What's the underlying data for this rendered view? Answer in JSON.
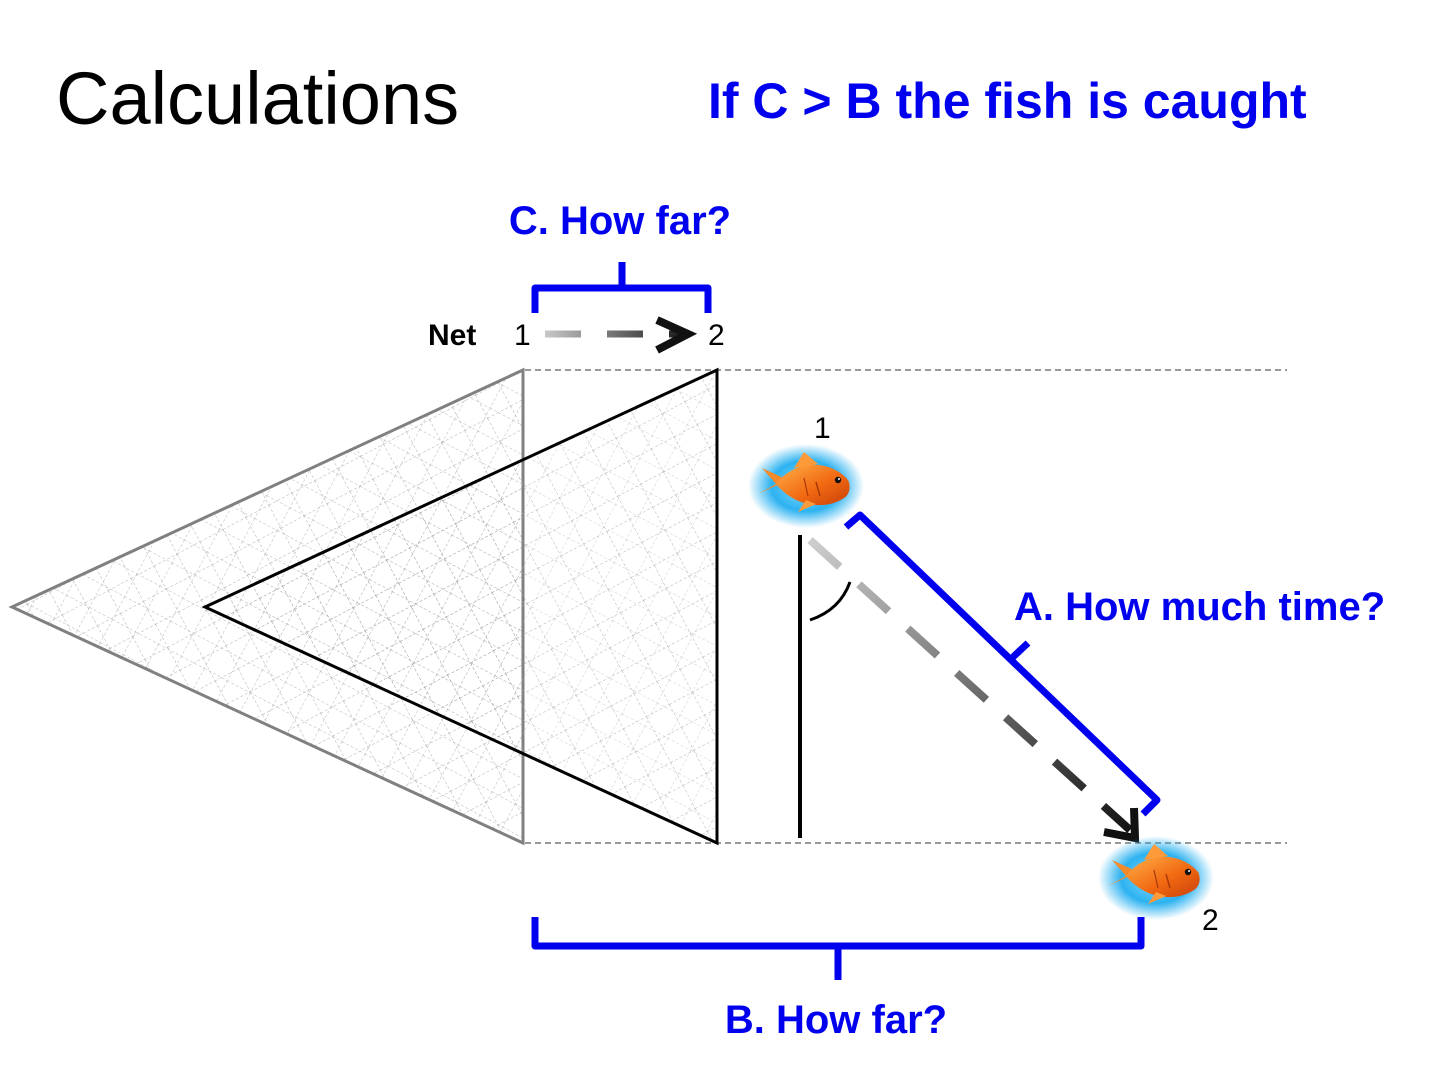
{
  "title": "Calculations",
  "condition": "If C > B the fish is caught",
  "labels": {
    "c_how_far": "C. How far?",
    "a_how_much_time": "A. How much time?",
    "b_how_far": "B. How far?",
    "net": "Net",
    "net_pos_1": "1",
    "net_pos_2": "2",
    "fish_pos_1": "1",
    "fish_pos_2": "2"
  },
  "colors": {
    "accent_blue": "#0000ee",
    "net_old": "#808080",
    "net_new": "#000000",
    "guide_line": "#999999",
    "fish_glow": "#1fa8e8",
    "fish_body": "#f26a12"
  },
  "icons": [
    "goldfish-icon",
    "arrow-right-icon",
    "arrow-down-right-icon"
  ]
}
